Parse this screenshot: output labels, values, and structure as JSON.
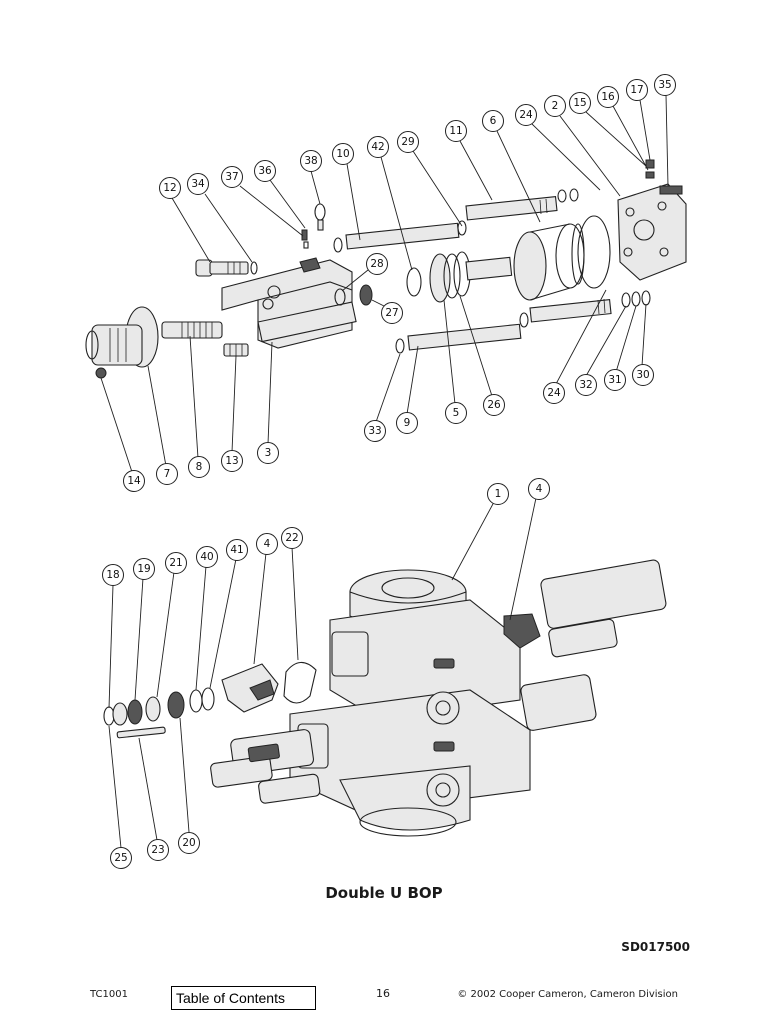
{
  "figure": {
    "caption": "Double U BOP",
    "drawing_number": "SD017500",
    "callouts": [
      "1",
      "2",
      "3",
      "4",
      "5",
      "6",
      "7",
      "8",
      "9",
      "10",
      "11",
      "12",
      "13",
      "14",
      "15",
      "16",
      "17",
      "18",
      "19",
      "20",
      "21",
      "22",
      "23",
      "24",
      "25",
      "26",
      "27",
      "28",
      "29",
      "30",
      "31",
      "32",
      "33",
      "34",
      "35",
      "36",
      "37",
      "38",
      "40",
      "41",
      "42"
    ]
  },
  "footer": {
    "doc_code": "TC1001",
    "toc_label": "Table of Contents",
    "page_number": "16",
    "copyright": "© 2002 Cooper Cameron, Cameron Division"
  }
}
